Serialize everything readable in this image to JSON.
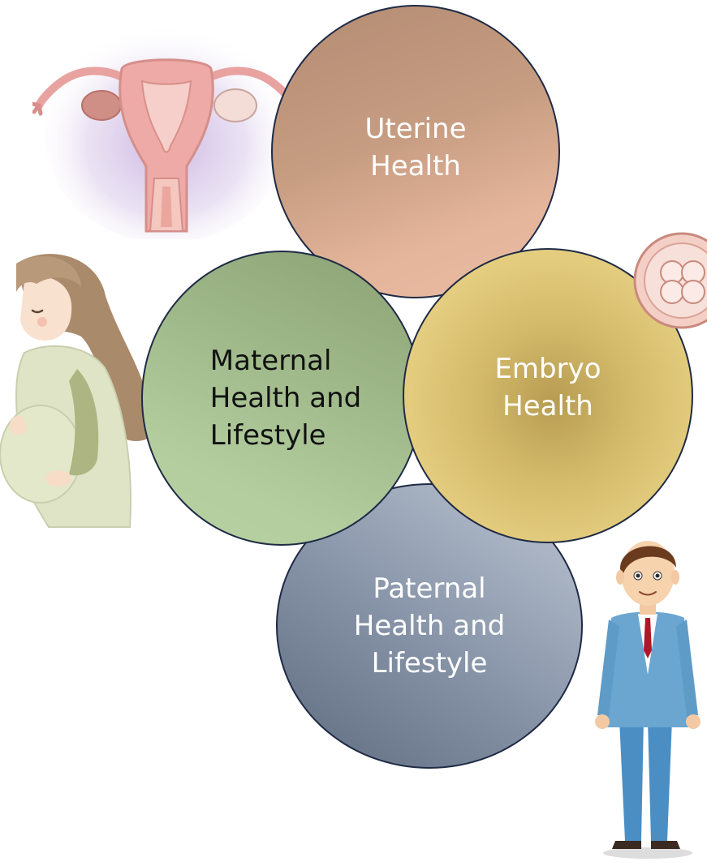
{
  "diagram": {
    "circles": {
      "uterine": {
        "label": "Uterine\nHealth"
      },
      "maternal": {
        "label": "Maternal\nHealth and\nLifestyle"
      },
      "embryo": {
        "label": "Embryo\nHealth"
      },
      "paternal": {
        "label": "Paternal\nHealth and\nLifestyle"
      }
    },
    "illustrations": {
      "uterus": "uterus-illustration",
      "embryo": "embryo-cell-illustration",
      "woman": "pregnant-woman-illustration",
      "man": "man-in-suit-illustration"
    }
  }
}
